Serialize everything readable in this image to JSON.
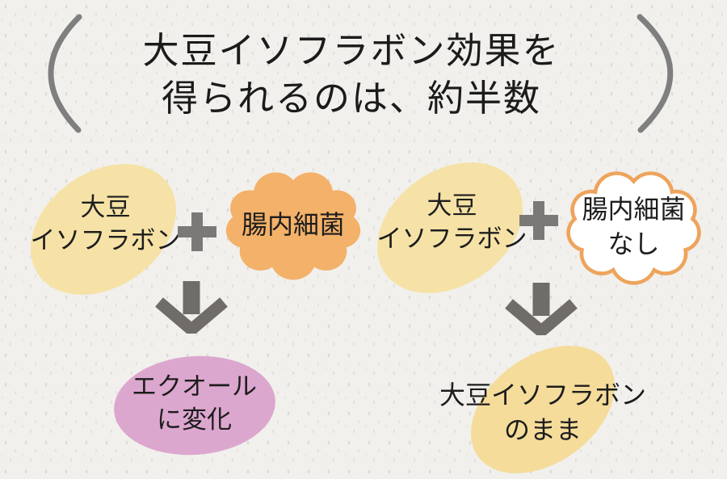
{
  "title": {
    "line1": "大豆イソフラボン効果を",
    "line2": "得られるのは、約半数"
  },
  "left_flow": {
    "soy": {
      "line1": "大豆",
      "line2": "イソフラボン"
    },
    "plus": "＋",
    "bacteria": {
      "label": "腸内細菌"
    },
    "result": {
      "line1": "エクオール",
      "line2": "に変化"
    }
  },
  "right_flow": {
    "soy": {
      "line1": "大豆",
      "line2": "イソフラボン"
    },
    "plus": "＋",
    "bacteria": {
      "line1": "腸内細菌",
      "line2": "なし"
    },
    "result": {
      "line1": "大豆イソフラボン",
      "line2": "のまま"
    }
  },
  "icons": {
    "plus": "plus-icon",
    "down_arrow": "down-arrow-icon",
    "parentheses": "large-parenthesis-decoration"
  },
  "colors": {
    "background": "#f1f0ec",
    "soy_yellow": "#f6e2a6",
    "result_yellow": "#f5dc9a",
    "bacteria_orange": "#f3b169",
    "cloud_outline_orange": "#eea45c",
    "equol_pink": "#dca7cf",
    "arrow_gray": "#6f6c69",
    "plus_gray": "#7b7977",
    "parenthesis_gray": "#7f7f7f",
    "text_dark": "#1d1d1d"
  }
}
